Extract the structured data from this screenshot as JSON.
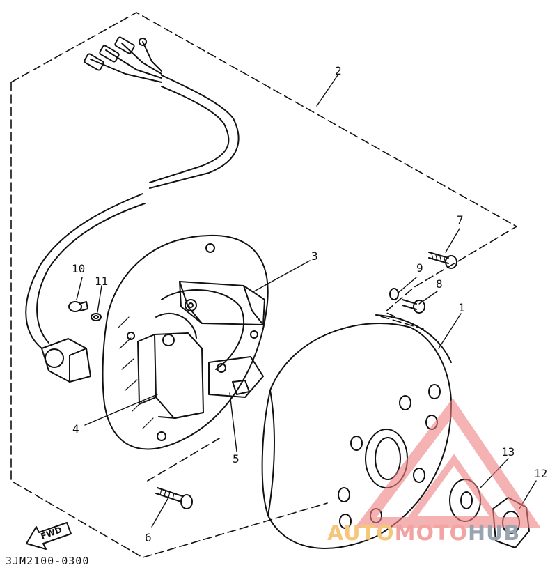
{
  "diagram": {
    "part_numbers": {
      "p1": "1",
      "p2": "2",
      "p3": "3",
      "p4": "4",
      "p5": "5",
      "p6": "6",
      "p7": "7",
      "p8": "8",
      "p9": "9",
      "p10": "10",
      "p11": "11",
      "p12": "12",
      "p13": "13"
    },
    "fwd_label": "FWD",
    "diagram_code": "3JM2100-0300"
  },
  "watermark": {
    "text_auto": "AUTO",
    "text_moto": "MOTO",
    "text_hub": "HUB",
    "triangle_color": "#f08080",
    "auto_color": "#f6c77b",
    "moto_color": "#f4a3a3",
    "hub_color": "#9aa3b0"
  }
}
